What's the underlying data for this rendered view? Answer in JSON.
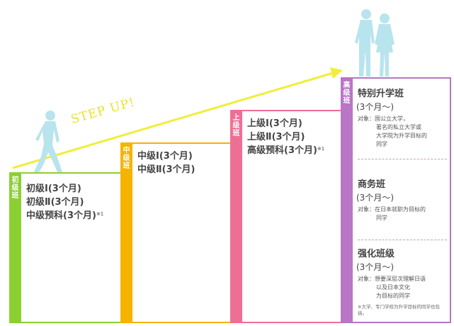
{
  "step_up": "STEP UP!",
  "colors": {
    "beginner": "#8bd033",
    "intermediate": "#f6b300",
    "upper": "#ee6f96",
    "advanced": "#b876c4",
    "figures": "#b8e4ee",
    "arrow": "#f0ee3a"
  },
  "levels": [
    {
      "tag": "初级班",
      "courses": [
        "初级Ⅰ(3个月)",
        "初级Ⅱ(3个月)",
        "中级预科(3个月)"
      ],
      "mark": "※1"
    },
    {
      "tag": "中级班",
      "courses": [
        "中级Ⅰ(3个月)",
        "中级Ⅱ(3个月)"
      ]
    },
    {
      "tag": "上级班",
      "courses": [
        "上级Ⅰ(3个月)",
        "上级Ⅱ(3个月)",
        "高级预科(3个月)"
      ],
      "mark": "※1"
    },
    {
      "tag": "高级班"
    }
  ],
  "advanced_groups": [
    {
      "title": "特别升学班",
      "duration": "(3个月～)",
      "target_label": "对象：",
      "target_lines": [
        "国公立大学，",
        "著名的私立大学或",
        "大学院为升学目标的",
        "同学"
      ]
    },
    {
      "title": "商务班",
      "duration": "(3个月～)",
      "target_label": "对象：",
      "target_lines": [
        "在日本就职为目标的",
        "同学"
      ]
    },
    {
      "title": "强化班级",
      "duration": "(3个月～)",
      "target_label": "对象：",
      "target_lines": [
        "想要深层次理解日语",
        "以及日本文化",
        "为目标的同学"
      ]
    }
  ],
  "footnote": "※大学、专门学校为升学目标的同学也包括。"
}
